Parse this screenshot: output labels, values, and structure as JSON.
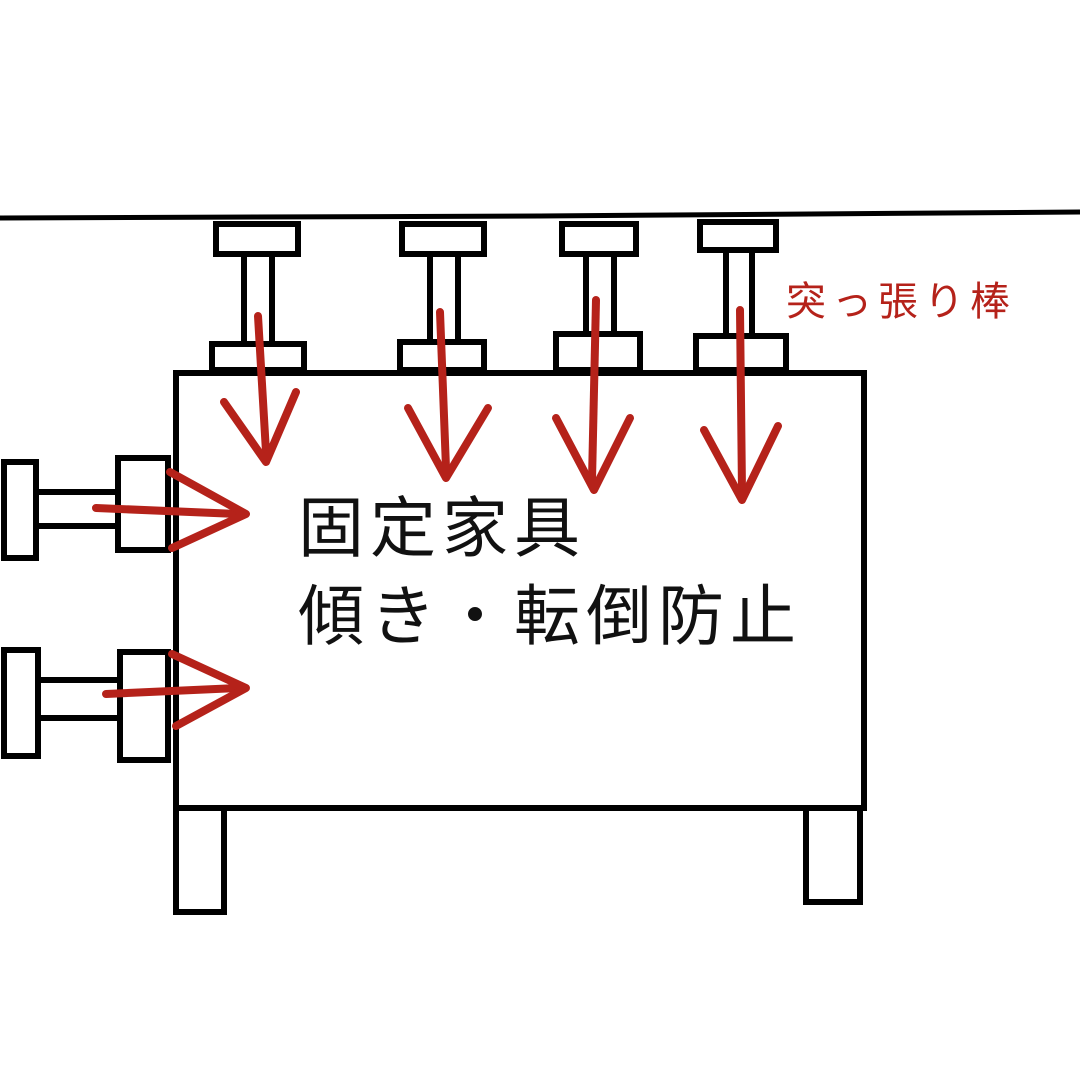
{
  "labels": {
    "rod_label": "突っ張り棒",
    "furniture_line1": "固定家具",
    "furniture_line2": "傾き・転倒防止"
  },
  "colors": {
    "arrow": "#b5221a",
    "outline": "#000000",
    "rod_label": "#b5221a"
  },
  "icons": {
    "arrow": "red-chevron-arrow",
    "rod": "tension-rod-shape"
  }
}
